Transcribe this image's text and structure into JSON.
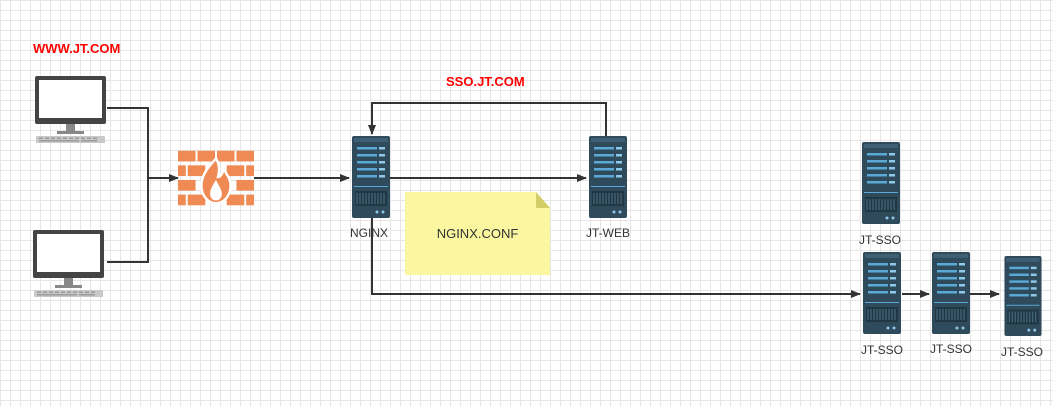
{
  "labels": {
    "www": "WWW.JT.COM",
    "sso": "SSO.JT.COM",
    "nginx": "NGINX",
    "jt_web": "JT-WEB",
    "note": "NGINX.CONF",
    "jt_sso_1": "JT-SSO",
    "jt_sso_2": "JT-SSO",
    "jt_sso_3": "JT-SSO",
    "jt_sso_4": "JT-SSO"
  },
  "icons": {
    "client": "desktop-computer-icon",
    "firewall": "firewall-icon",
    "server": "server-rack-icon"
  },
  "colors": {
    "label_red": "#ff0000",
    "line": "#333333",
    "firewall": "#f08a54",
    "server_body": "#2e4a5b",
    "server_accent": "#5aa9d6",
    "note": "#fbf7a0",
    "monitor_frame": "#444444"
  }
}
